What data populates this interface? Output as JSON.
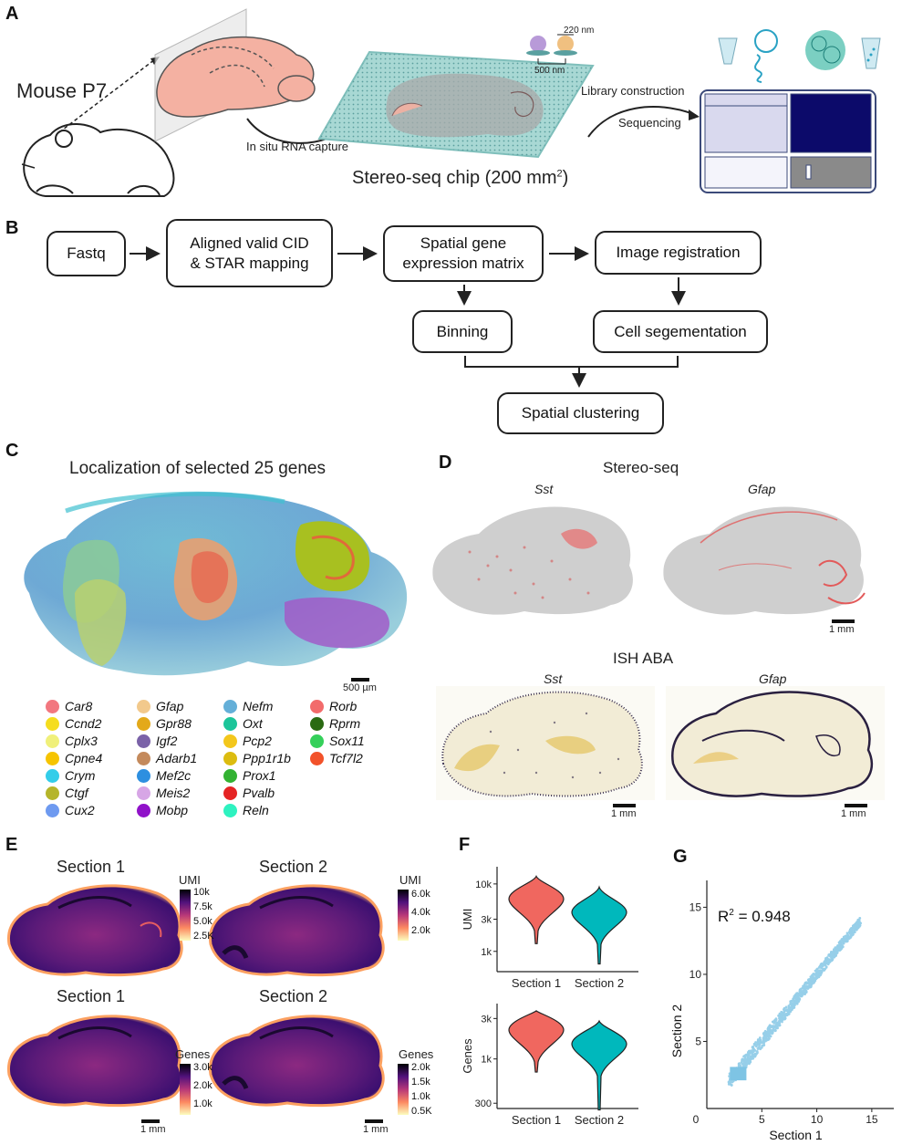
{
  "panels": {
    "a": "A",
    "b": "B",
    "c": "C",
    "d": "D",
    "e": "E",
    "f": "F",
    "g": "G"
  },
  "panel_a": {
    "mouse_label": "Mouse P7",
    "capture_label": "In situ RNA capture",
    "chip_label": "Stereo-seq chip (200 mm",
    "chip_sup": "2",
    "chip_close": ")",
    "spot_size": "220 nm",
    "spot_pitch": "500 nm",
    "library_label": "Library construction",
    "sequencing_label": "Sequencing"
  },
  "panel_b": {
    "fastq": "Fastq",
    "aligned_line1": "Aligned valid CID",
    "aligned_line2": "& STAR mapping",
    "matrix_line1": "Spatial gene",
    "matrix_line2": "expression matrix",
    "registration": "Image registration",
    "binning": "Binning",
    "segmentation": "Cell segementation",
    "clustering": "Spatial clustering"
  },
  "panel_c": {
    "title": "Localization of  selected 25 genes",
    "scalebar": "500 µm",
    "genes": [
      {
        "name": "Car8",
        "color": "#f2777f"
      },
      {
        "name": "Ccnd2",
        "color": "#f5dd1e"
      },
      {
        "name": "Cplx3",
        "color": "#f0f07a"
      },
      {
        "name": "Cpne4",
        "color": "#f6c400"
      },
      {
        "name": "Crym",
        "color": "#33cde9"
      },
      {
        "name": "Ctgf",
        "color": "#b5b52a"
      },
      {
        "name": "Cux2",
        "color": "#6e9af0"
      },
      {
        "name": "Gfap",
        "color": "#f2c98c"
      },
      {
        "name": "Gpr88",
        "color": "#e3a91a"
      },
      {
        "name": "Igf2",
        "color": "#7a62a8"
      },
      {
        "name": "Adarb1",
        "color": "#c48a5c"
      },
      {
        "name": "Mef2c",
        "color": "#2d8fe0"
      },
      {
        "name": "Meis2",
        "color": "#d7a6e6"
      },
      {
        "name": "Mobp",
        "color": "#9012c9"
      },
      {
        "name": "Nefm",
        "color": "#64afd8"
      },
      {
        "name": "Oxt",
        "color": "#1cc59a"
      },
      {
        "name": "Pcp2",
        "color": "#f3c71c"
      },
      {
        "name": "Ppp1r1b",
        "color": "#dcbc10"
      },
      {
        "name": "Prox1",
        "color": "#33b232"
      },
      {
        "name": "Pvalb",
        "color": "#e52424"
      },
      {
        "name": "Reln",
        "color": "#2ef2c0"
      },
      {
        "name": "Rorb",
        "color": "#f26b6b"
      },
      {
        "name": "Rprm",
        "color": "#2a6a12"
      },
      {
        "name": "Sox11",
        "color": "#35d05a"
      },
      {
        "name": "Tcf7l2",
        "color": "#f2522a"
      }
    ]
  },
  "panel_d": {
    "stereo_title": "Stereo-seq",
    "ish_title": "ISH ABA",
    "gene_sst": "Sst",
    "gene_gfap": "Gfap",
    "scalebar": "1 mm"
  },
  "panel_e": {
    "section1": "Section 1",
    "section2": "Section 2",
    "umi": "UMI",
    "genes": "Genes",
    "umi_s1_ticks": [
      "10k",
      "7.5k",
      "5.0k",
      "2.5K"
    ],
    "umi_s2_ticks": [
      "6.0k",
      "4.0k",
      "2.0k"
    ],
    "genes_s1_ticks": [
      "3.0k",
      "2.0k",
      "1.0k"
    ],
    "genes_s2_ticks": [
      "2.0k",
      "1.5k",
      "1.0k",
      "0.5K"
    ],
    "scalebar": "1 mm"
  },
  "chart_data": [
    {
      "type": "violin",
      "ylabel": "UMI",
      "scale": "log",
      "yticks": [
        "10k",
        "3k",
        "1k"
      ],
      "categories": [
        "Section 1",
        "Section 2"
      ],
      "series": [
        {
          "name": "Section 1",
          "median": 6000,
          "min": 1300,
          "max": 13000,
          "color": "#f0675f"
        },
        {
          "name": "Section 2",
          "median": 3800,
          "min": 650,
          "max": 9000,
          "color": "#00b8bc"
        }
      ]
    },
    {
      "type": "violin",
      "ylabel": "Genes",
      "scale": "log",
      "yticks": [
        "3k",
        "1k",
        "300"
      ],
      "categories": [
        "Section 1",
        "Section 2"
      ],
      "series": [
        {
          "name": "Section 1",
          "median": 2200,
          "min": 700,
          "max": 3700,
          "color": "#f0675f"
        },
        {
          "name": "Section 2",
          "median": 1500,
          "min": 250,
          "max": 2800,
          "color": "#00b8bc"
        }
      ]
    },
    {
      "type": "scatter",
      "xlabel": "Section 1",
      "ylabel": "Section 2",
      "annotation": "R",
      "annotation_sup": "2",
      "annotation_value": " = 0.948",
      "xticks": [
        "0",
        "5",
        "10",
        "15"
      ],
      "yticks": [
        "5",
        "10",
        "15"
      ],
      "xlim": [
        0,
        17
      ],
      "ylim": [
        0,
        17
      ],
      "color": "#7ec4e4"
    }
  ]
}
